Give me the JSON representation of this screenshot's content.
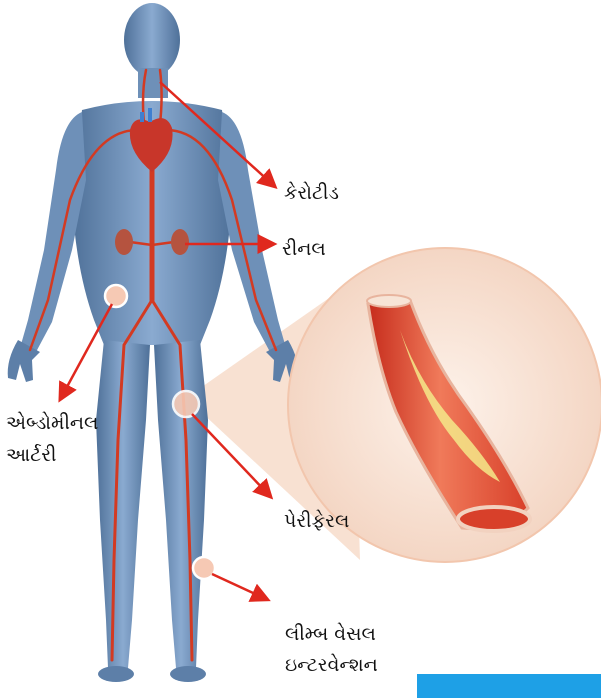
{
  "labels": {
    "carotid": "કેરોટીડ",
    "renal": "રીનલ",
    "abdominal_line1": "એબ્ડોમીનલ",
    "abdominal_line2": "આર્ટરી",
    "peripheral": "પેરીફેરલ",
    "limb_line1": "લીમ્બ વેસલ",
    "limb_line2": "ઇન્ટરવેન્શન"
  },
  "colors": {
    "body": "#6e90b8",
    "body_dark": "#3e5f86",
    "artery": "#d33a22",
    "arrow": "#e0281e",
    "heart": "#c8362a",
    "marker_fill": "#f6c9b4",
    "zoom_circle": "#fbe8dc",
    "vessel_wall": "#e86a4e",
    "plaque": "#f5e98a",
    "bottom_bar": "#1ea0e6"
  },
  "icons": {
    "body": "human-body-figure",
    "vessel": "blood-vessel-cross-section"
  }
}
